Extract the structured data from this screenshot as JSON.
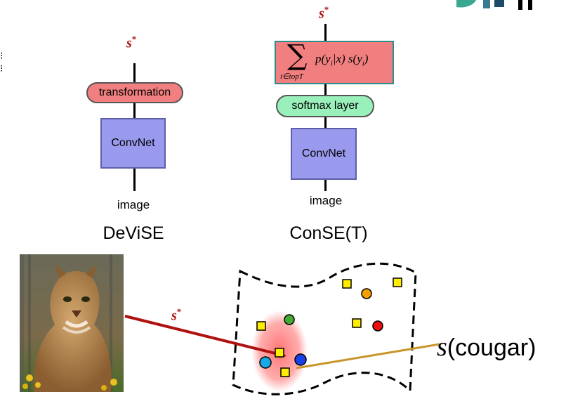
{
  "devise": {
    "output_symbol": "s",
    "output_sup": "*",
    "transformation_label": "transformation",
    "convnet_label": "ConvNet",
    "input_label": "image",
    "caption": "DeViSE"
  },
  "conse": {
    "output_symbol": "s",
    "output_sup": "*",
    "formula_sigma": "∑",
    "formula_sub": "i∈topT",
    "formula_body": "p(y",
    "formula_sub_i1": "i",
    "formula_mid": "|x) s(y",
    "formula_sub_i2": "i",
    "formula_end": ")",
    "softmax_label": "softmax layer",
    "convnet_label": "ConvNet",
    "input_label": "image",
    "caption": "ConSE(T)"
  },
  "embedding": {
    "arrow_symbol": "s",
    "arrow_sup": "*",
    "target_label_symbol": "s",
    "target_label_text": "(cougar)"
  },
  "colors": {
    "arrow": "#b01010",
    "pointer_line": "#c8952a",
    "transformation_fill": "#f27f7f",
    "softmax_fill": "#99f0bb",
    "convnet_fill": "#9999ee"
  },
  "image_subject": "cougar photo"
}
